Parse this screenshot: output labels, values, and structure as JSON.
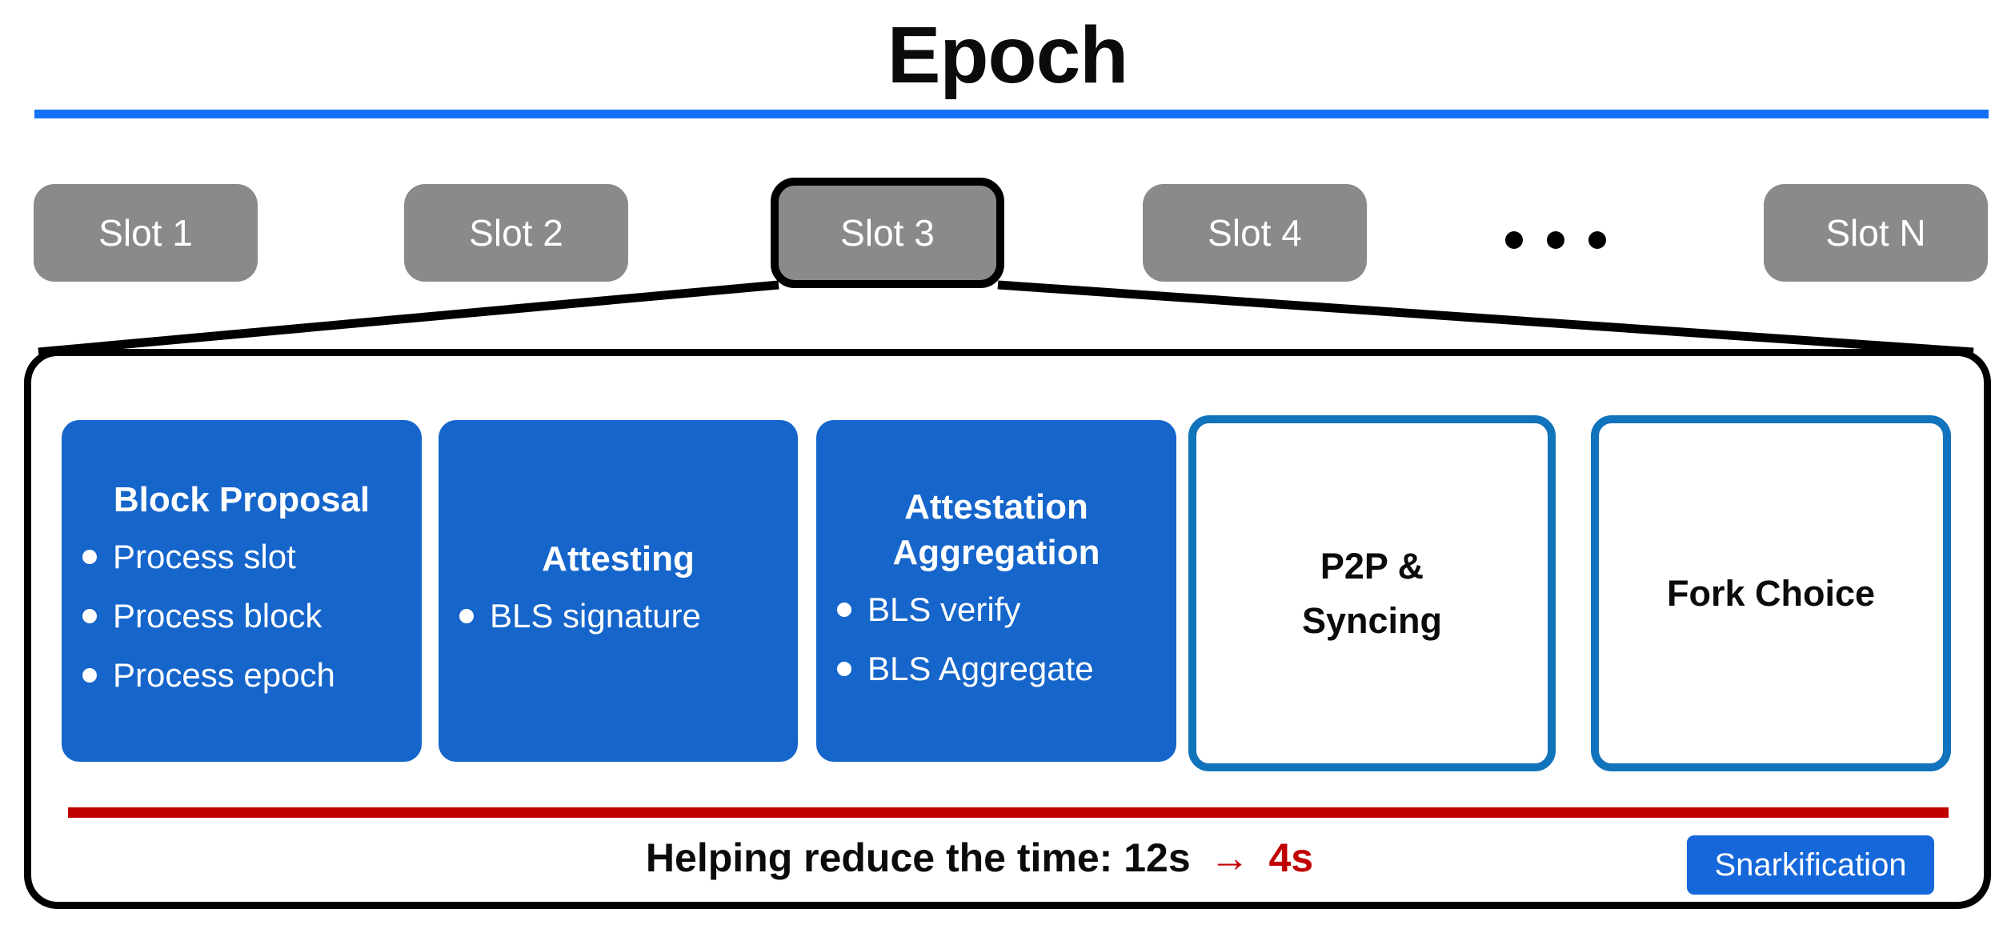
{
  "title": "Epoch",
  "slots": {
    "items": [
      {
        "label": "Slot 1",
        "highlighted": false
      },
      {
        "label": "Slot 2",
        "highlighted": false
      },
      {
        "label": "Slot 3",
        "highlighted": true
      },
      {
        "label": "Slot 4",
        "highlighted": false
      },
      {
        "label": "Slot N",
        "highlighted": false
      }
    ],
    "ellipsis": "•••"
  },
  "detail": {
    "cards": [
      {
        "title": "Block Proposal",
        "variant": "filled",
        "bullets": [
          "Process slot",
          "Process block",
          "Process epoch"
        ]
      },
      {
        "title": "Attesting",
        "variant": "filled",
        "bullets": [
          "BLS signature"
        ]
      },
      {
        "title": "Attestation Aggregation",
        "variant": "filled",
        "bullets": [
          "BLS verify",
          "BLS Aggregate"
        ]
      },
      {
        "title": "P2P &",
        "title2": "Syncing",
        "variant": "outlined",
        "bullets": []
      },
      {
        "title": "Fork Choice",
        "variant": "outlined",
        "bullets": []
      }
    ],
    "footer": {
      "message": "Helping reduce the time: 12s",
      "arrow": "→",
      "highlight": "4s",
      "badge": "Snarkification"
    }
  },
  "colors": {
    "card_blue": "#1565CB",
    "outline_blue": "#1273BD",
    "divider_blue": "#1571F5",
    "slot_gray": "#8A8A8A",
    "accent_red": "#C00000",
    "badge_blue": "#1567DA",
    "line_black": "#000000"
  }
}
